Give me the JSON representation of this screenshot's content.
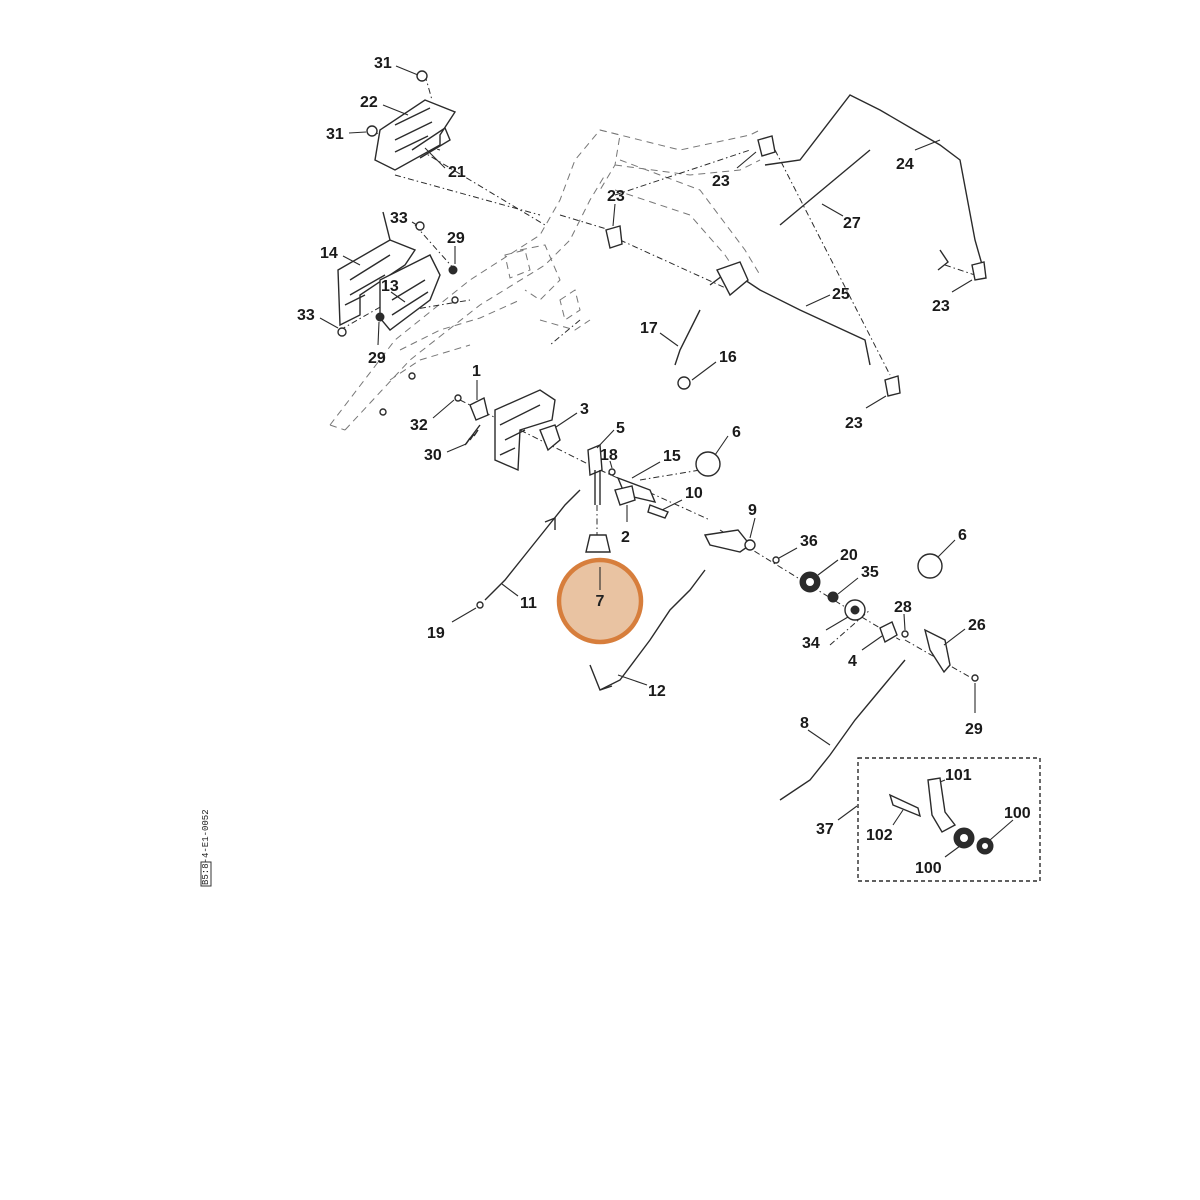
{
  "diagram": {
    "drawing_code": "B5:8-4-E1-0052",
    "highlight": {
      "label": "7",
      "color": "#e9c3a2",
      "ring_color": "#d77e3c"
    },
    "callouts": [
      {
        "id": "c31a",
        "text": "31"
      },
      {
        "id": "c22",
        "text": "22"
      },
      {
        "id": "c31b",
        "text": "31"
      },
      {
        "id": "c21",
        "text": "21"
      },
      {
        "id": "c33a",
        "text": "33"
      },
      {
        "id": "c29a",
        "text": "29"
      },
      {
        "id": "c14",
        "text": "14"
      },
      {
        "id": "c13",
        "text": "13"
      },
      {
        "id": "c33b",
        "text": "33"
      },
      {
        "id": "c29b",
        "text": "29"
      },
      {
        "id": "c1",
        "text": "1"
      },
      {
        "id": "c32",
        "text": "32"
      },
      {
        "id": "c30",
        "text": "30"
      },
      {
        "id": "c3",
        "text": "3"
      },
      {
        "id": "c5",
        "text": "5"
      },
      {
        "id": "c18",
        "text": "18"
      },
      {
        "id": "c15",
        "text": "15"
      },
      {
        "id": "c6a",
        "text": "6"
      },
      {
        "id": "c10",
        "text": "10"
      },
      {
        "id": "c2",
        "text": "2"
      },
      {
        "id": "c9",
        "text": "9"
      },
      {
        "id": "c36",
        "text": "36"
      },
      {
        "id": "c20",
        "text": "20"
      },
      {
        "id": "c35",
        "text": "35"
      },
      {
        "id": "c6b",
        "text": "6"
      },
      {
        "id": "c11",
        "text": "11"
      },
      {
        "id": "c19",
        "text": "19"
      },
      {
        "id": "c12",
        "text": "12"
      },
      {
        "id": "c34",
        "text": "34"
      },
      {
        "id": "c4",
        "text": "4"
      },
      {
        "id": "c28",
        "text": "28"
      },
      {
        "id": "c26",
        "text": "26"
      },
      {
        "id": "c29c",
        "text": "29"
      },
      {
        "id": "c8",
        "text": "8"
      },
      {
        "id": "c101",
        "text": "101"
      },
      {
        "id": "c100a",
        "text": "100"
      },
      {
        "id": "c37",
        "text": "37"
      },
      {
        "id": "c102",
        "text": "102"
      },
      {
        "id": "c100b",
        "text": "100"
      },
      {
        "id": "c23a",
        "text": "23"
      },
      {
        "id": "c23b",
        "text": "23"
      },
      {
        "id": "c24",
        "text": "24"
      },
      {
        "id": "c27",
        "text": "27"
      },
      {
        "id": "c25",
        "text": "25"
      },
      {
        "id": "c23c",
        "text": "23"
      },
      {
        "id": "c17",
        "text": "17"
      },
      {
        "id": "c16",
        "text": "16"
      },
      {
        "id": "c23d",
        "text": "23"
      }
    ]
  }
}
